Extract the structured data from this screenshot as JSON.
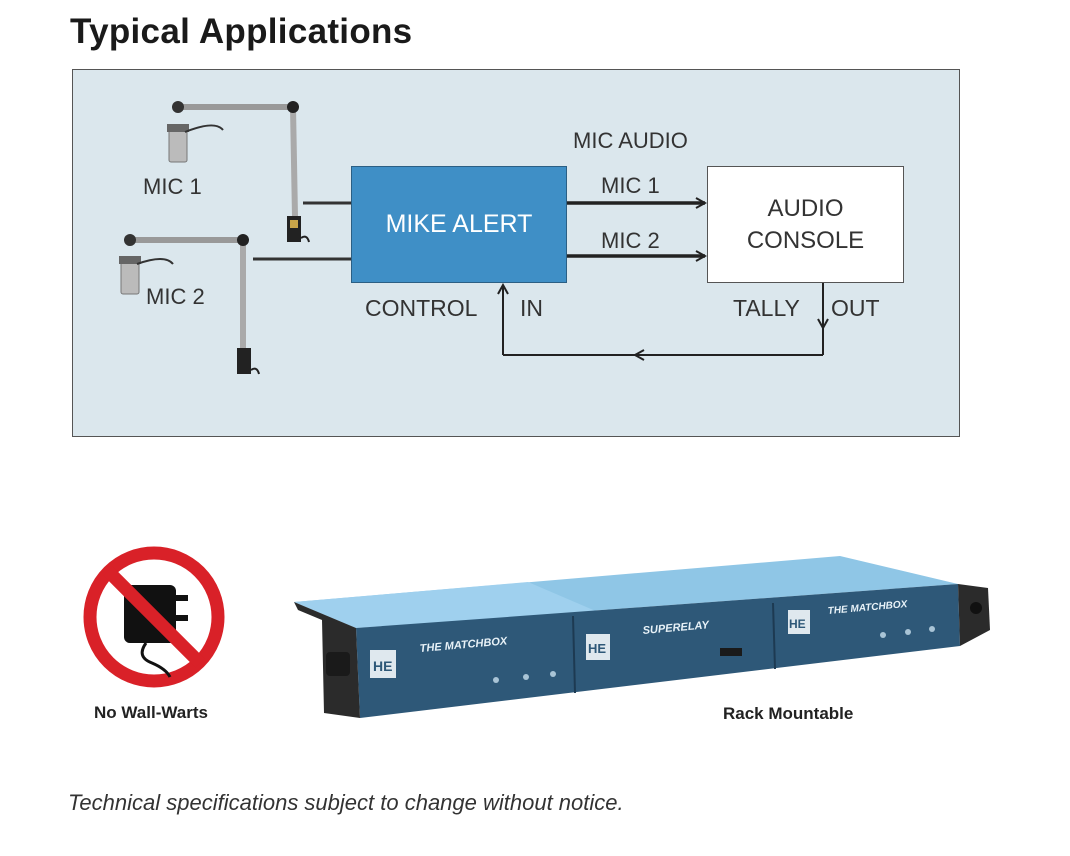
{
  "page": {
    "title": "Typical Applications",
    "footer": "Technical specifications subject to change without notice."
  },
  "diagram": {
    "mic_audio_label": "MIC AUDIO",
    "mic1_label": "MIC 1",
    "mic2_label": "MIC 2",
    "mic1_line_label": "MIC 1",
    "mic2_line_label": "MIC 2",
    "mike_alert": "MIKE ALERT",
    "audio_console_line1": "AUDIO",
    "audio_console_line2": "CONSOLE",
    "control_label": "CONTROL",
    "in_label": "IN",
    "tally_label": "TALLY",
    "out_label": "OUT"
  },
  "photos": {
    "no_wall_warts_caption": "No Wall-Warts",
    "rack_mountable_caption": "Rack Mountable",
    "module1_name": "THE MATCHBOX",
    "module2_name": "SUPERELAY",
    "module3_name": "THE MATCHBOX",
    "logo_text": "HE"
  },
  "colors": {
    "diagram_bg": "#dbe7ed",
    "mike_alert_fill": "#3f8fc6",
    "rack_top": "#8fc6e6",
    "rack_face": "#2e5878",
    "no_sign_red": "#d92128"
  }
}
